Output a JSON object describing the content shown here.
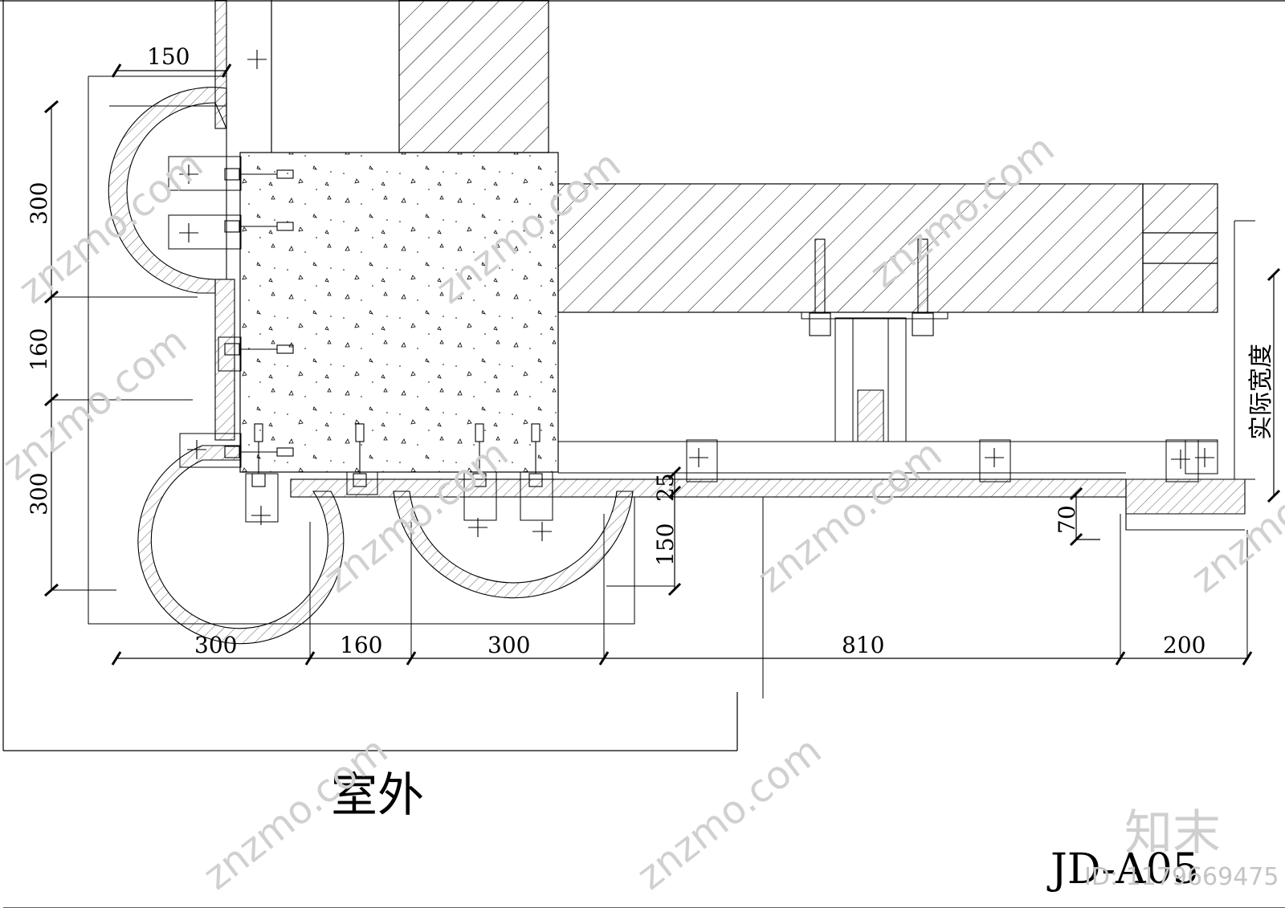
{
  "drawing": {
    "dimensions": {
      "top_150": "150",
      "left_300_top": "300",
      "left_160": "160",
      "left_300_bottom": "300",
      "center_25": "25",
      "center_150": "150",
      "right_70": "70",
      "bottom_300_a": "300",
      "bottom_160": "160",
      "bottom_300_b": "300",
      "bottom_810": "810",
      "bottom_200": "200"
    },
    "labels": {
      "actual_width": "实际宽度",
      "outdoor": "室外",
      "drawing_code": "JD-A05"
    }
  },
  "watermark": {
    "site_text": "znzmo.com",
    "brand_text": "知末",
    "id_text": "ID: 1179669475"
  },
  "colors": {
    "line": "#000000",
    "watermark": "#d0d0d0"
  }
}
